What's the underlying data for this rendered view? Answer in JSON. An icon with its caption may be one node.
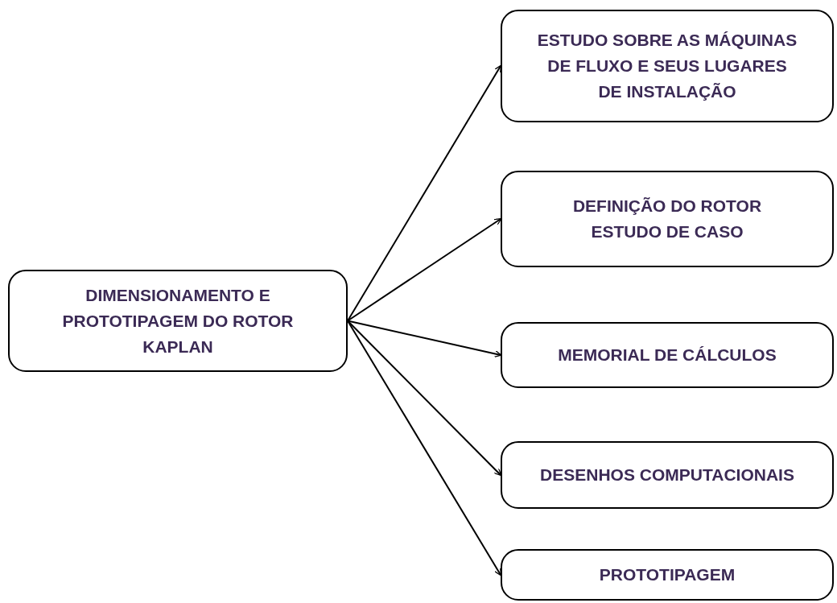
{
  "diagram": {
    "nodes": [
      {
        "text": [
          "DIMENSIONAMENTO E PROTOTIPAGEM DO ROTOR KAPLAN"
        ]
      },
      {
        "text": [
          "ESTUDO SOBRE AS MÁQUINAS DE FLUXO E SEUS LUGARES DE INSTALAÇÃO"
        ]
      },
      {
        "text": [
          "DEFINIÇÃO DO ROTOR ESTUDO DE CASO"
        ]
      },
      {
        "text": [
          "MEMORIAL DE CÁLCULOS"
        ]
      },
      {
        "text": [
          "DESENHOS COMPUTACIONAIS"
        ]
      },
      {
        "text": [
          "PROTOTIPAGEM"
        ]
      }
    ],
    "edges": [
      {
        "from": 0,
        "to": 1,
        "arrow": "to"
      },
      {
        "from": 0,
        "to": 2,
        "arrow": "to"
      },
      {
        "from": 0,
        "to": 3,
        "arrow": "to"
      },
      {
        "from": 0,
        "to": 4,
        "arrow": "to"
      },
      {
        "from": 0,
        "to": 5,
        "arrow": "to"
      }
    ]
  }
}
